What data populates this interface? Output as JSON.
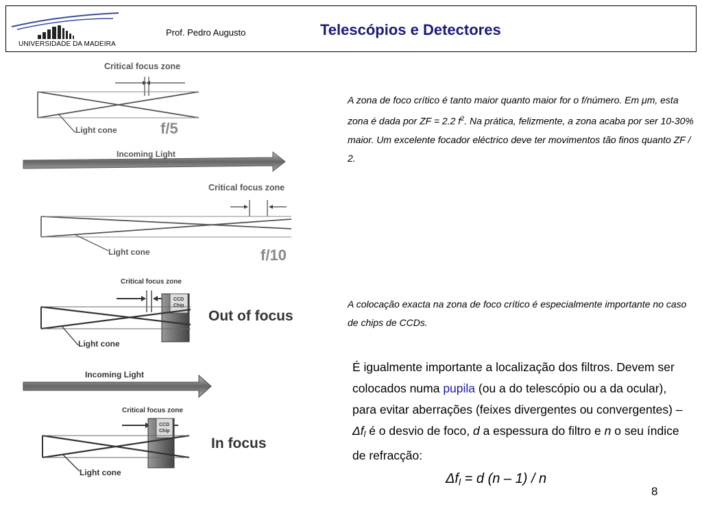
{
  "header": {
    "university": "UNIVERSIDADE DA MADEIRA",
    "author": "Prof. Pedro Augusto",
    "title": "Telescópios e Detectores"
  },
  "diagram": {
    "panel_f5": {
      "zone_label": "Critical focus zone",
      "cone_label": "Light cone",
      "ratio_label": "f/5"
    },
    "arrow_top": {
      "label": "Incoming Light"
    },
    "panel_f10": {
      "zone_label": "Critical focus zone",
      "cone_label": "Light cone",
      "ratio_label": "f/10"
    },
    "panel_out": {
      "zone_label": "Critical focus zone",
      "chip_label_1": "CCD",
      "chip_label_2": "Chip",
      "state_label": "Out of focus",
      "cone_label": "Light cone"
    },
    "arrow_bottom": {
      "label": "Incoming Light"
    },
    "panel_in": {
      "zone_label": "Critical focus zone",
      "chip_label_1": "CCD",
      "chip_label_2": "Chip",
      "state_label": "In focus",
      "cone_label": "Light cone"
    }
  },
  "text": {
    "p1_a": "A zona de foco crítico é tanto maior quanto maior for o f/número. Em ",
    "p1_mu": "μ",
    "p1_b": "m, esta zona é dada por ZF = 2.2 f",
    "p1_sup": "2",
    "p1_c": ". Na prática, felizmente, a zona acaba por ser 10-30% maior. Um excelente focador eléctrico deve ter movimentos tão finos quanto ZF / 2.",
    "p2": "A colocação exacta na zona de foco crítico é especialmente importante no caso de chips de CCDs.",
    "p3_a": "É igualmente importante a localização dos filtros. Devem ser colocados numa ",
    "p3_link": "pupila",
    "p3_b": " (ou a do telescópio ou a da ocular), para evitar aberrações (feixes divergentes ou convergentes) – ",
    "p3_delta": "Δf",
    "p3_sub": "l",
    "p3_c": " é o desvio de foco, ",
    "p3_d": "d",
    "p3_e": " a espessura do filtro e ",
    "p3_n": "n",
    "p3_f": " o seu índice de refracção:",
    "eq_lhs": "Δf",
    "eq_sub": "l",
    "eq_rhs": " = d (n – 1) / n"
  },
  "page": {
    "number": "8"
  },
  "colors": {
    "title": "#1a1a7a",
    "logo": "#3a4a9a",
    "link": "#1a1aaa"
  }
}
